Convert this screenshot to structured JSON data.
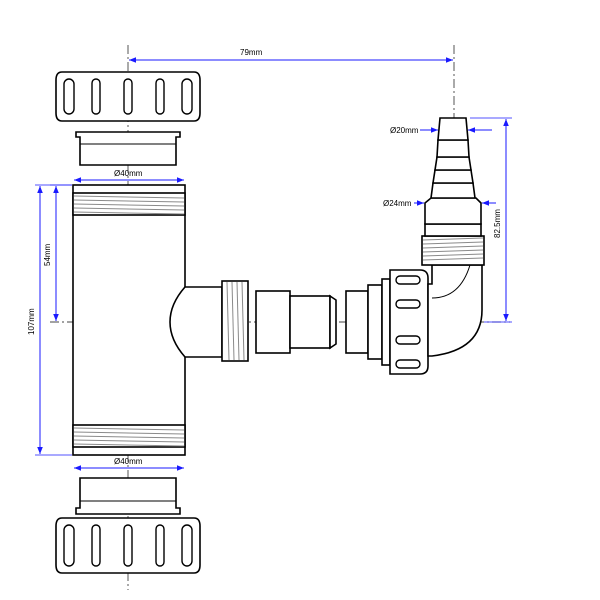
{
  "dimensions": {
    "horizontal_offset": "79mm",
    "outlet_diameter_top": "Ø40mm",
    "outlet_diameter_bottom": "Ø40mm",
    "thread_spacing": "54mm",
    "total_length": "107mm",
    "spigot_small_diameter": "Ø20mm",
    "spigot_large_diameter": "Ø24mm",
    "spigot_height": "82.5mm"
  },
  "colors": {
    "dimension_lines": "#1a1aff",
    "outline": "#000000",
    "centerline": "#444444"
  }
}
